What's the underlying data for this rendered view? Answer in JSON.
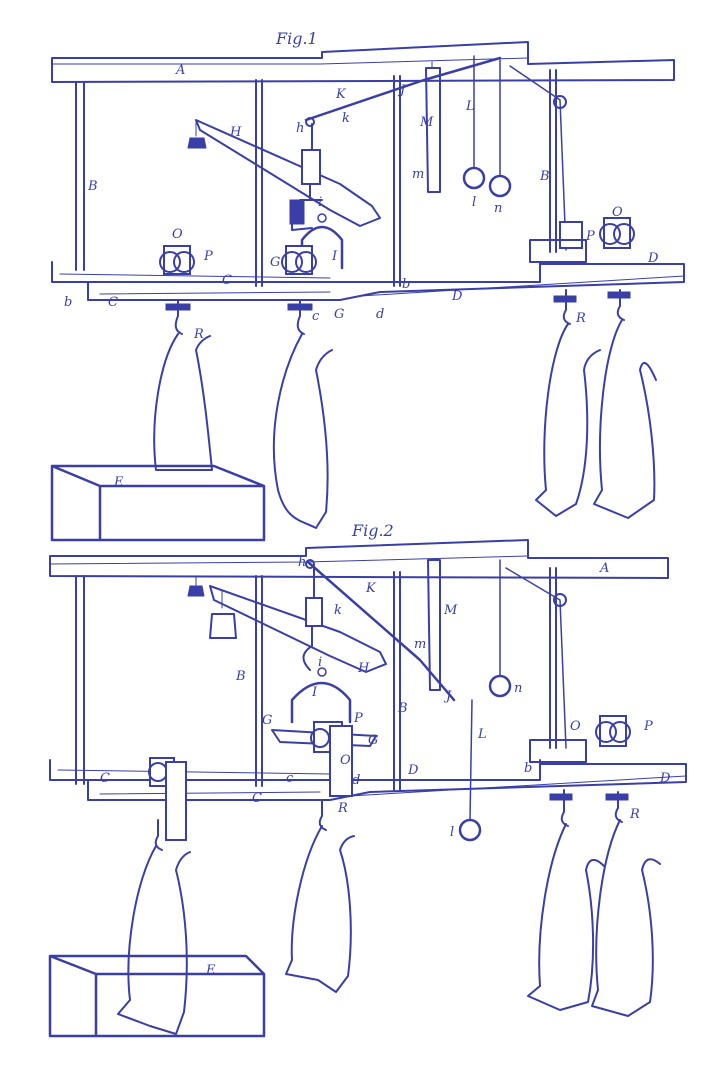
{
  "figures": [
    {
      "title": "Fig.1",
      "labels": [
        "A",
        "B",
        "B",
        "H",
        "h",
        "K",
        "k",
        "J",
        "M",
        "m",
        "L",
        "l",
        "n",
        "I",
        "i",
        "O",
        "P",
        "O",
        "P",
        "G",
        "G",
        "C",
        "C",
        "c",
        "b",
        "b",
        "D",
        "D",
        "d",
        "R",
        "R",
        "E"
      ]
    },
    {
      "title": "Fig.2",
      "labels": [
        "A",
        "B",
        "B",
        "H",
        "h",
        "K",
        "k",
        "J",
        "M",
        "m",
        "L",
        "l",
        "n",
        "I",
        "i",
        "O",
        "P",
        "O",
        "P",
        "G",
        "G",
        "C",
        "C",
        "c",
        "b",
        "D",
        "D",
        "d",
        "R",
        "R",
        "E"
      ]
    }
  ],
  "colors": {
    "ink": "#3a3fa8",
    "paper": "#ffffff"
  }
}
